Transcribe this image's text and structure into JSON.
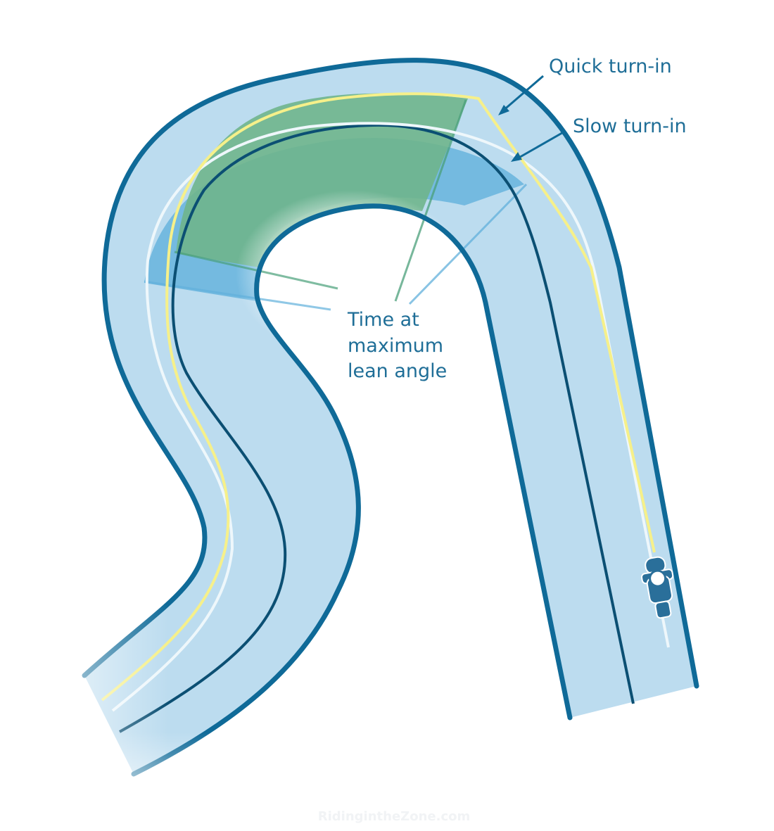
{
  "diagram": {
    "labels": {
      "quick_turn_in": "Quick turn-in",
      "slow_turn_in": "Slow turn-in",
      "time_at_max_lean_line1": "Time at",
      "time_at_max_lean_line2": "maximum",
      "time_at_max_lean_line3": "lean angle"
    },
    "watermark": "RidingintheZone.com"
  },
  "colors": {
    "road_fill": "#bcdcef",
    "road_edge": "#0f6a98",
    "center_line": "#0b4f73",
    "quick_line": "#f6f08a",
    "slow_line": "#eef7fb",
    "quick_lean_zone": "#6fb58c",
    "slow_lean_zone": "#62b1dc",
    "label_text": "#1f6e97"
  }
}
